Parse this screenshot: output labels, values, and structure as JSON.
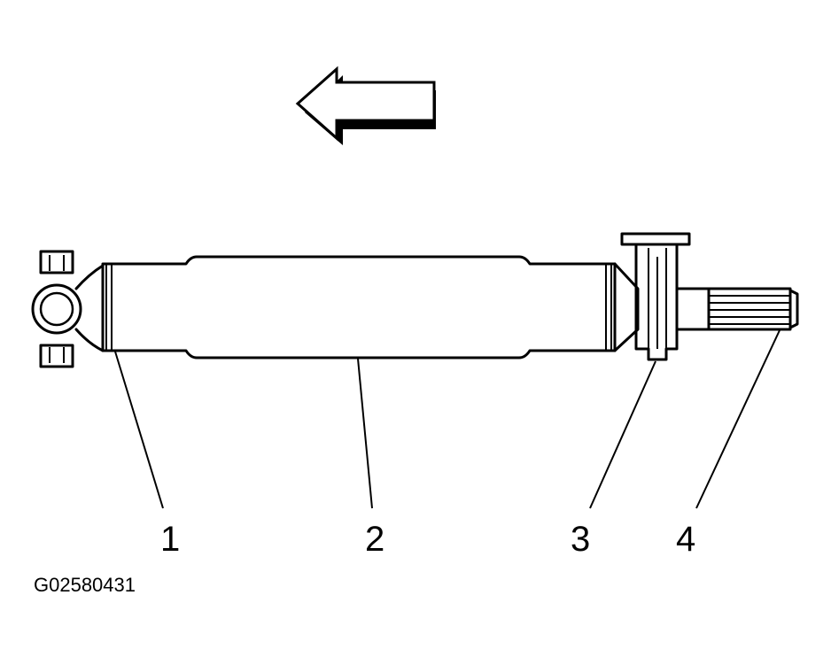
{
  "callouts": [
    {
      "label": "1"
    },
    {
      "label": "2"
    },
    {
      "label": "3"
    },
    {
      "label": "4"
    }
  ],
  "figure_id": "G02580431",
  "icons": {
    "direction_arrow": "arrow-left-icon",
    "u_joint": "universal-joint-icon",
    "propeller_shaft_tube": "shaft-tube-icon",
    "slip_yoke_flange": "flange-icon",
    "splined_end": "splined-shaft-icon"
  },
  "colors": {
    "ink": "#000000",
    "background": "#ffffff"
  }
}
